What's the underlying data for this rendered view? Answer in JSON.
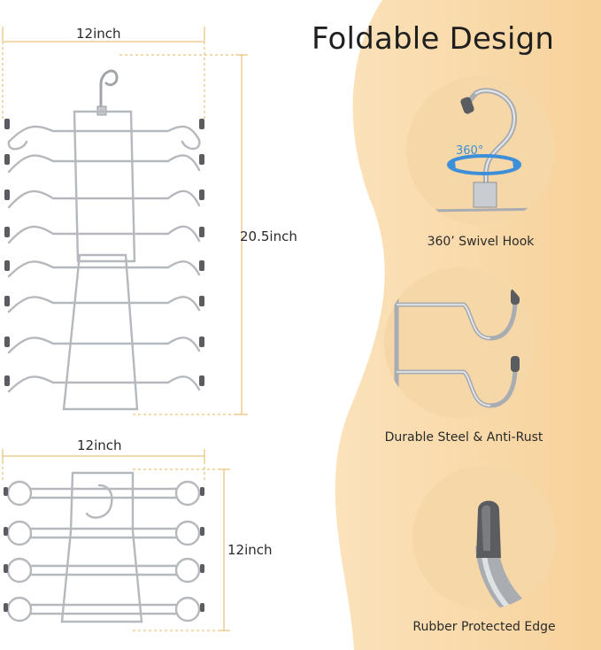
{
  "title": "Foldable Design",
  "dimensions": {
    "top_width": "12inch",
    "top_height": "20.5inch",
    "bottom_width": "12inch",
    "bottom_height": "12inch"
  },
  "features": [
    {
      "caption": "360’ Swivel Hook",
      "badge": "360°"
    },
    {
      "caption": "Durable Steel & Anti-Rust"
    },
    {
      "caption": "Rubber Protected Edge"
    }
  ],
  "colors": {
    "panel": "#f9d9a9",
    "circle": "#f6d7a8",
    "guide": "#e4b45c",
    "steel": "#a9adb2",
    "rubber": "#5a5c60",
    "swivel_arrow": "#3d8fd9"
  }
}
